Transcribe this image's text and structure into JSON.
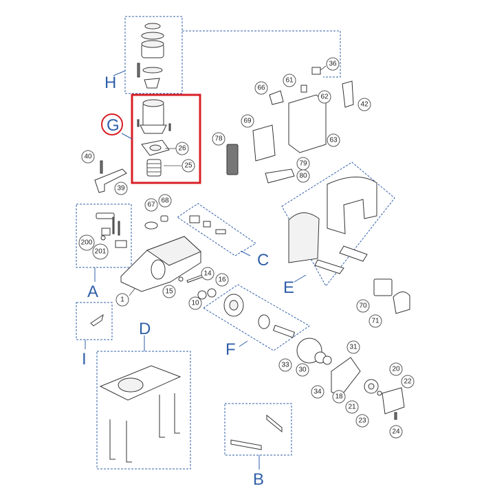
{
  "groups": {
    "A": "A",
    "B": "B",
    "C": "C",
    "D": "D",
    "E": "E",
    "F": "F",
    "G": "G",
    "H": "H",
    "I": "I"
  },
  "parts": {
    "p1": "1",
    "p10": "10",
    "p14": "14",
    "p15": "15",
    "p16": "16",
    "p18": "18",
    "p20": "20",
    "p21": "21",
    "p22": "22",
    "p23": "23",
    "p24": "24",
    "p25": "25",
    "p26": "26",
    "p30": "30",
    "p31": "31",
    "p33": "33",
    "p34": "34",
    "p36": "36",
    "p39": "39",
    "p40": "40",
    "p42": "42",
    "p61": "61",
    "p62": "62",
    "p63": "63",
    "p66": "66",
    "p67": "67",
    "p68": "68",
    "p69": "69",
    "p70": "70",
    "p71": "71",
    "p78": "78",
    "p79": "79",
    "p80": "80",
    "p200": "200",
    "p201": "201"
  },
  "colors": {
    "group_outline": "#2f5fa8",
    "highlight": "#d81f26"
  }
}
